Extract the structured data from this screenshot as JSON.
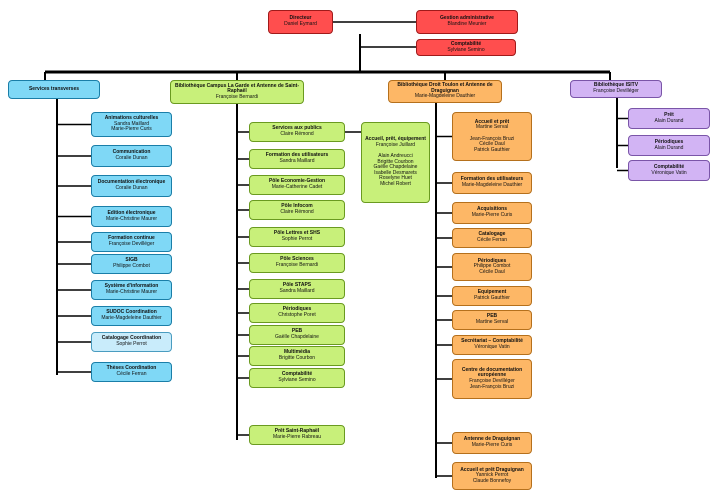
{
  "directeur": {
    "title": "Directeur",
    "names": [
      "Daniel Eymard"
    ]
  },
  "gestion": {
    "title": "Gestion administrative",
    "names": [
      "Blandine Meunier"
    ]
  },
  "comptabilite_top": {
    "title": "Comptabilité",
    "names": [
      "Sylviane Semino"
    ]
  },
  "services_transverses": {
    "title": "Services transverses",
    "items": [
      {
        "title": "Animations culturelles",
        "names": [
          "Sandra Maillard",
          "Marie-Pierre Curis"
        ]
      },
      {
        "title": "Communication",
        "names": [
          "Coralie Dunan"
        ]
      },
      {
        "title": "Documentation électronique",
        "names": [
          "Coralie Dunan"
        ]
      },
      {
        "title": "Edition électronique",
        "names": [
          "Marie-Christine Maurer"
        ]
      },
      {
        "title": "Formation continue",
        "names": [
          "Françoise Devilléger"
        ]
      },
      {
        "title": "SIGB",
        "names": [
          "Philippe Combot"
        ]
      },
      {
        "title": "Système d'information",
        "names": [
          "Marie-Christine Maurer"
        ]
      },
      {
        "title": "SUDOC Coordination",
        "names": [
          "Marie-Magdeleine Dauthier"
        ]
      },
      {
        "title": "Catalogage Coordination",
        "names": [
          "Sophie Perrot"
        ]
      },
      {
        "title": "Thèses Coordination",
        "names": [
          "Cécile Ferran"
        ]
      }
    ]
  },
  "campus_lagarde": {
    "title": "Bibliothèque Campus La Garde et Antenne de Saint-Raphaël",
    "names": [
      "Françoise Bernardi"
    ],
    "items": [
      {
        "title": "Services aux publics",
        "names": [
          "Claire Rémond"
        ]
      },
      {
        "title": "Formation des utilisateurs",
        "names": [
          "Sandra Maillard"
        ]
      },
      {
        "title": "Pôle Economie-Gestion",
        "names": [
          "Marie-Catherine Cadet"
        ]
      },
      {
        "title": "Pôle Infocom",
        "names": [
          "Claire Rémond"
        ]
      },
      {
        "title": "Pôle Lettres et SHS",
        "names": [
          "Sophie Perrot"
        ]
      },
      {
        "title": "Pôle Sciences",
        "names": [
          "Françoise Bernardi"
        ]
      },
      {
        "title": "Pôle STAPS",
        "names": [
          "Sandra Maillard"
        ]
      },
      {
        "title": "Périodiques",
        "names": [
          "Christophe Poret"
        ]
      },
      {
        "title": "PEB",
        "names": [
          "Gaëlle Chapdelaine"
        ]
      },
      {
        "title": "Multimédia",
        "names": [
          "Brigitte Courbon"
        ]
      },
      {
        "title": "Comptabilité",
        "names": [
          "Sylviane Semino"
        ]
      },
      {
        "title": "Prêt Saint-Raphaël",
        "names": [
          "Marie-Pierre Rabreau"
        ]
      }
    ],
    "accueil": {
      "title": "Accueil, prêt, équipement",
      "names": [
        "Françoise Juillard",
        "",
        "Alain Andreucci",
        "Brigitte Courbon",
        "Gaëlle Chapdelaine",
        "Isabelle Desmarets",
        "Roselyne Huet",
        "Michel Robert"
      ]
    }
  },
  "droit_toulon": {
    "title": "Bibliothèque Droit Toulon et Antenne de Draguignan",
    "names": [
      "Marie-Magdeleine Dauthier"
    ],
    "items": [
      {
        "title": "Accueil et prêt",
        "names": [
          "Martine Serval",
          "",
          "Jean-François Bruzi",
          "Cécile Daul",
          "Patrick Gauthier"
        ]
      },
      {
        "title": "Formation des utilisateurs",
        "names": [
          "Marie-Magdeleine Dauthier"
        ]
      },
      {
        "title": "Acquisitions",
        "names": [
          "Marie-Pierre Curis"
        ]
      },
      {
        "title": "Catalogage",
        "names": [
          "Cécile Ferran"
        ]
      },
      {
        "title": "Périodiques",
        "names": [
          "Philippe Combot",
          "Cécile Daul"
        ]
      },
      {
        "title": "Equipement",
        "names": [
          "Patrick Gauthier"
        ]
      },
      {
        "title": "PEB",
        "names": [
          "Martine Serval"
        ]
      },
      {
        "title": "Secrétariat – Comptabilité",
        "names": [
          "Véronique Vatin"
        ]
      },
      {
        "title": "Centre de documentation européenne",
        "names": [
          "Françoise Devilléger",
          "Jean-François Bruzi"
        ]
      },
      {
        "title": "Antenne de Draguignan",
        "names": [
          "Marie-Pierre Curis"
        ]
      },
      {
        "title": "Accueil et prêt Draguignan",
        "names": [
          "Yannick Perrot",
          "Claude Bonnefoy"
        ]
      }
    ]
  },
  "isitv": {
    "title": "Bibliothèque ISITV",
    "names": [
      "Françoise Devilléger"
    ],
    "items": [
      {
        "title": "Prêt",
        "names": [
          "Alain Durand"
        ]
      },
      {
        "title": "Périodiques",
        "names": [
          "Alain Durand"
        ]
      },
      {
        "title": "Comptabilité",
        "names": [
          "Véronique Vatin"
        ]
      }
    ]
  }
}
